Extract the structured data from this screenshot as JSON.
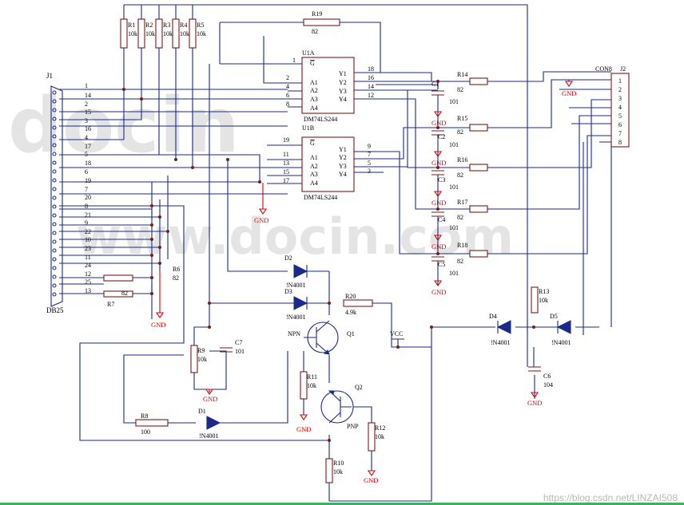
{
  "connectors": {
    "j1": {
      "ref": "J1",
      "part": "DB25",
      "pins": [
        "1",
        "14",
        "2",
        "15",
        "3",
        "16",
        "4",
        "17",
        "5",
        "18",
        "6",
        "19",
        "7",
        "20",
        "8",
        "21",
        "9",
        "22",
        "10",
        "23",
        "11",
        "24",
        "12",
        "25",
        "13"
      ]
    },
    "j2": {
      "ref": "J2",
      "part": "CON8",
      "pins": [
        "1",
        "2",
        "3",
        "4",
        "5",
        "6",
        "7",
        "8"
      ]
    }
  },
  "ics": {
    "u1a": {
      "ref": "U1A",
      "part": "DM74LS244",
      "enable": "G",
      "in": [
        "A1",
        "A2",
        "A3",
        "A4"
      ],
      "out": [
        "Y1",
        "Y2",
        "Y3",
        "Y4"
      ],
      "pin_g": "1",
      "pins_in": [
        "2",
        "4",
        "6",
        "8"
      ],
      "pins_out": [
        "18",
        "16",
        "14",
        "12"
      ]
    },
    "u1b": {
      "ref": "U1B",
      "part": "DM74LS244",
      "enable": "G",
      "in": [
        "A1",
        "A2",
        "A3",
        "A4"
      ],
      "out": [
        "Y1",
        "Y2",
        "Y3",
        "Y4"
      ],
      "pin_g": "19",
      "pins_in": [
        "11",
        "13",
        "15",
        "17"
      ],
      "pins_out": [
        "9",
        "7",
        "5",
        "3"
      ]
    }
  },
  "resistors": [
    {
      "ref": "R1",
      "value": "10k"
    },
    {
      "ref": "R2",
      "value": "10k"
    },
    {
      "ref": "R3",
      "value": "10k"
    },
    {
      "ref": "R4",
      "value": "10k"
    },
    {
      "ref": "R5",
      "value": "10k"
    },
    {
      "ref": "R19",
      "value": "82"
    },
    {
      "ref": "R14",
      "value": "82"
    },
    {
      "ref": "R15",
      "value": "82"
    },
    {
      "ref": "R16",
      "value": "82"
    },
    {
      "ref": "R17",
      "value": "82"
    },
    {
      "ref": "R18",
      "value": "82"
    },
    {
      "ref": "R6",
      "value": "82"
    },
    {
      "ref": "R7",
      "value": "82"
    },
    {
      "ref": "R20",
      "value": "4.9k"
    },
    {
      "ref": "R9",
      "value": "10k"
    },
    {
      "ref": "R11",
      "value": "10k"
    },
    {
      "ref": "R8",
      "value": "100"
    },
    {
      "ref": "R12",
      "value": "10k"
    },
    {
      "ref": "R10",
      "value": "10k"
    },
    {
      "ref": "R13",
      "value": "10k"
    }
  ],
  "capacitors": [
    {
      "ref": "C1",
      "value": "101"
    },
    {
      "ref": "C2",
      "value": "101"
    },
    {
      "ref": "C3",
      "value": "101"
    },
    {
      "ref": "C4",
      "value": "101"
    },
    {
      "ref": "C5",
      "value": "101"
    },
    {
      "ref": "C7",
      "value": "101"
    },
    {
      "ref": "C6",
      "value": "104"
    }
  ],
  "diodes": [
    {
      "ref": "D1",
      "part": "!N4001"
    },
    {
      "ref": "D2",
      "part": "!N4001"
    },
    {
      "ref": "D3",
      "part": "!N4001"
    },
    {
      "ref": "D4",
      "part": "!N4001"
    },
    {
      "ref": "D5",
      "part": "!N4001"
    }
  ],
  "transistors": [
    {
      "ref": "Q1",
      "type": "NPN"
    },
    {
      "ref": "Q2",
      "type": "PNP"
    }
  ],
  "nets": {
    "gnd": "GND",
    "vcc": "VCC"
  },
  "watermark": {
    "brand": "docin",
    "url_text": "www.docin.com",
    "blog": "https://blog.csdn.net/LINZAI508"
  },
  "colors": {
    "wire": "#1a2a8c",
    "part": "#7a1a1a",
    "ground": "#e00000",
    "bar": "#3fae5f"
  }
}
